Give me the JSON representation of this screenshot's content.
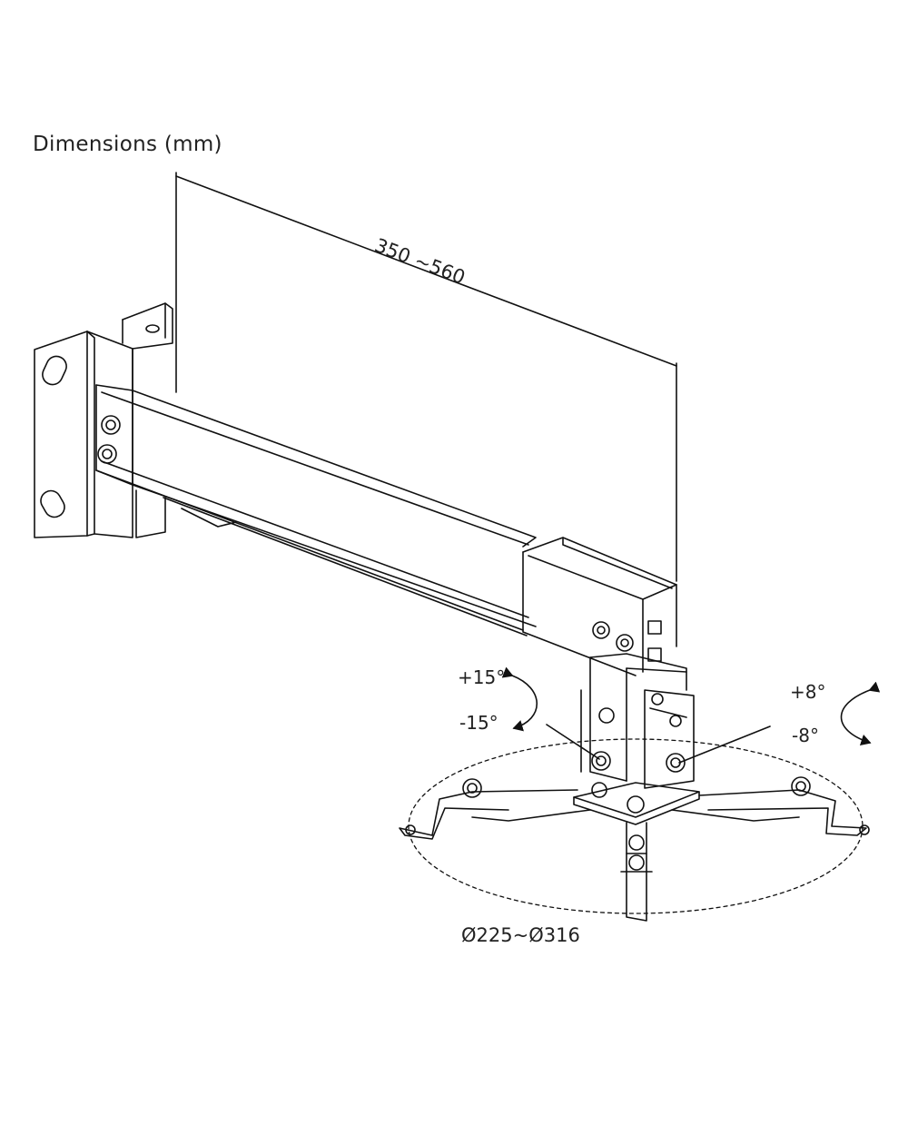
{
  "title": "Dimensions (mm)",
  "dimensions": {
    "arm_length": "350 ~560",
    "grip_diameter": "Ø225~Ø316"
  },
  "angles": {
    "tilt_positive": "+15°",
    "tilt_negative": "-15°",
    "swivel_positive": "+8°",
    "swivel_negative": "-8°"
  },
  "colors": {
    "line": "#111111",
    "background": "#ffffff"
  }
}
